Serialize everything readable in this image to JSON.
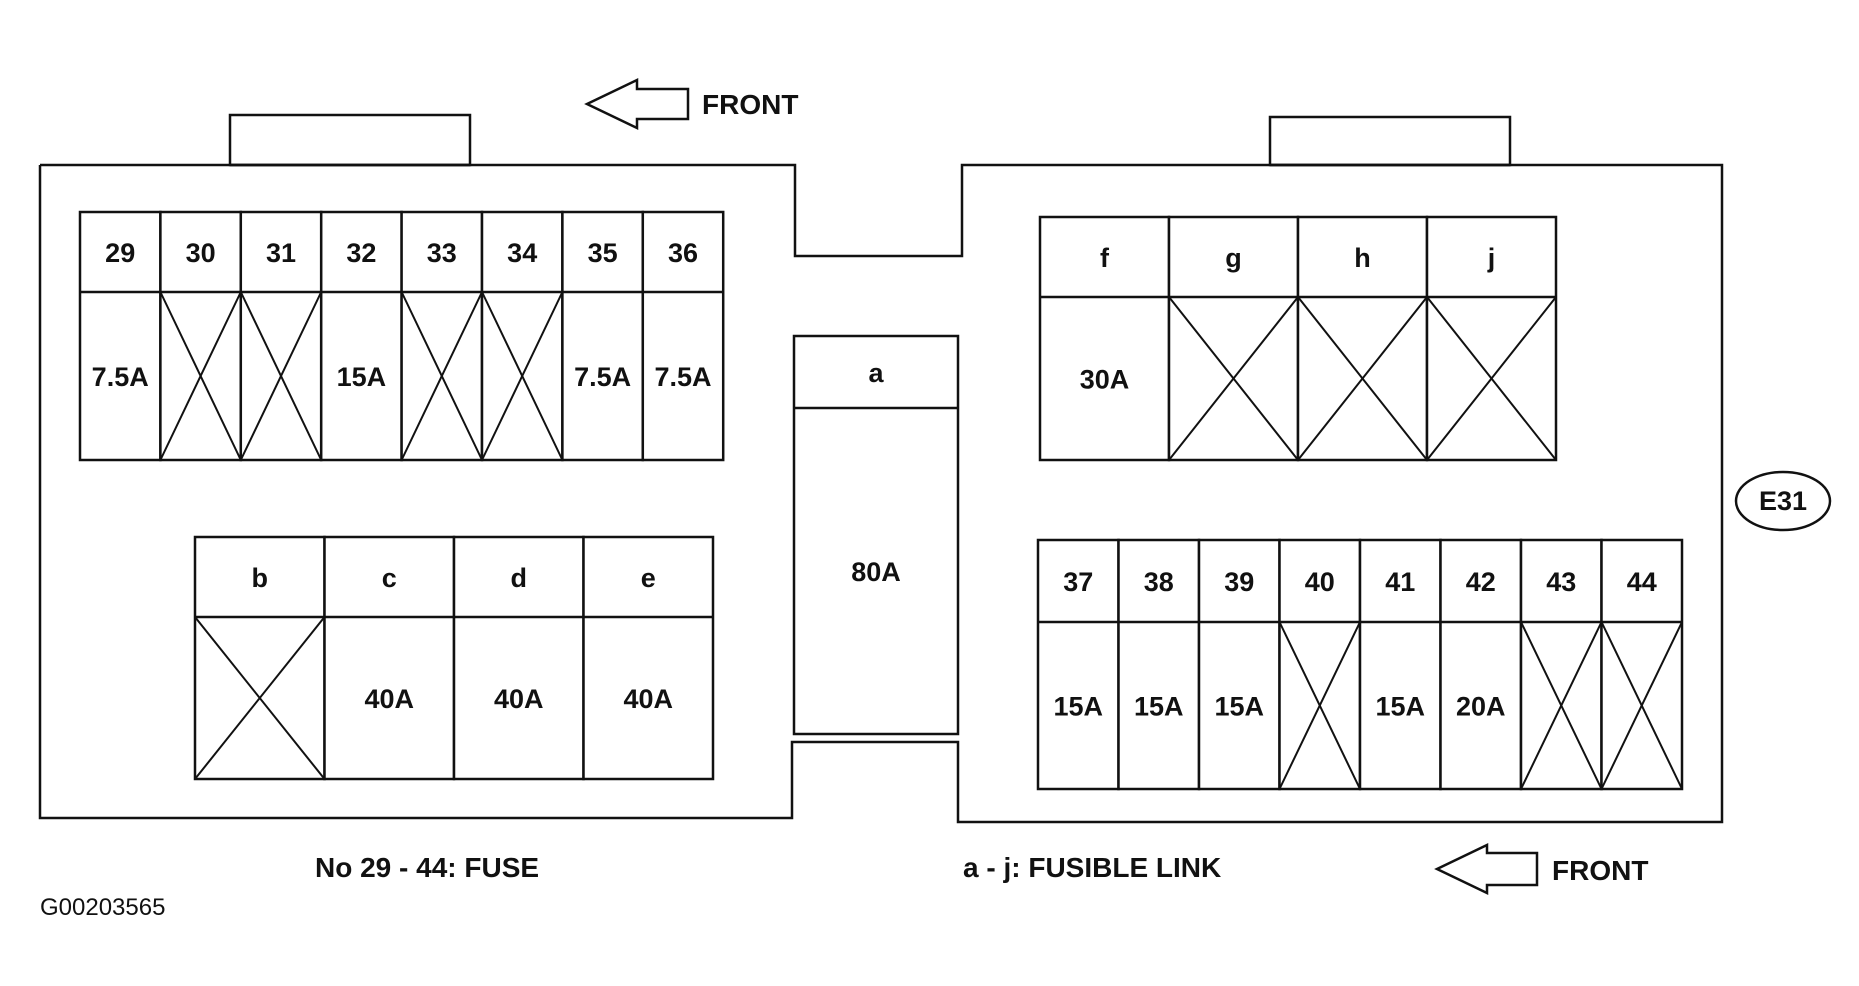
{
  "diagram": {
    "front_label_top": "FRONT",
    "front_label_bottom": "FRONT",
    "connector_label": "E31",
    "legend_fuse": "No 29 - 44:  FUSE",
    "legend_link": "a - j:  FUSIBLE LINK",
    "figure_code": "G00203565",
    "colors": {
      "line": "#111111",
      "background": "#ffffff"
    },
    "fuses_top_left": [
      {
        "id": "29",
        "rating": "7.5A"
      },
      {
        "id": "30",
        "rating": null
      },
      {
        "id": "31",
        "rating": null
      },
      {
        "id": "32",
        "rating": "15A"
      },
      {
        "id": "33",
        "rating": null
      },
      {
        "id": "34",
        "rating": null
      },
      {
        "id": "35",
        "rating": "7.5A"
      },
      {
        "id": "36",
        "rating": "7.5A"
      }
    ],
    "links_bottom_left": [
      {
        "id": "b",
        "rating": null
      },
      {
        "id": "c",
        "rating": "40A"
      },
      {
        "id": "d",
        "rating": "40A"
      },
      {
        "id": "e",
        "rating": "40A"
      }
    ],
    "link_center": {
      "id": "a",
      "rating": "80A"
    },
    "links_top_right": [
      {
        "id": "f",
        "rating": "30A"
      },
      {
        "id": "g",
        "rating": null
      },
      {
        "id": "h",
        "rating": null
      },
      {
        "id": "j",
        "rating": null
      }
    ],
    "fuses_bottom_right": [
      {
        "id": "37",
        "rating": "15A"
      },
      {
        "id": "38",
        "rating": "15A"
      },
      {
        "id": "39",
        "rating": "15A"
      },
      {
        "id": "40",
        "rating": null
      },
      {
        "id": "41",
        "rating": "15A"
      },
      {
        "id": "42",
        "rating": "20A"
      },
      {
        "id": "43",
        "rating": null
      },
      {
        "id": "44",
        "rating": null
      }
    ]
  }
}
